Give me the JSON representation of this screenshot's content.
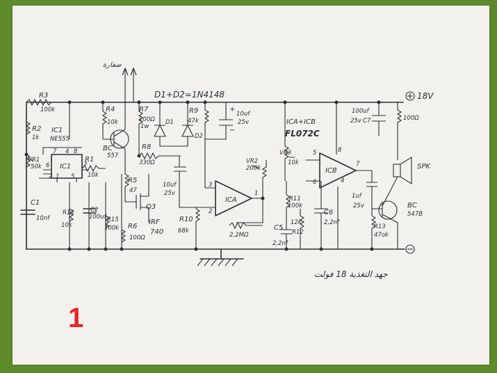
{
  "labels": {
    "output_arabic": "صفارة",
    "diodes": "D1+D2=1N4148",
    "ic_ab": "ICA+ICB",
    "opamp": "FL072C",
    "supply": "18V",
    "r3": "R3",
    "r3v": "100k",
    "r2": "R2",
    "r2v": "1k",
    "ic1": "IC1",
    "ic1v": "NE555",
    "ic1_short": "IC1",
    "vr1": "VR1",
    "vr1v": "50k",
    "r1": "R1",
    "r1v": "10k",
    "r4": "R4",
    "r4v": "10k",
    "bc557": "BC",
    "bc557v": "557",
    "r7": "R7",
    "r7v": "200Ω",
    "r7w": "1w",
    "r8": "R8",
    "r8v": "330Ω",
    "d1": "D1",
    "d2": "D2",
    "r9": "R9",
    "r9v": "47k",
    "c_top": "10uf",
    "c_top_v": "25v",
    "c7": "100uf",
    "c7v": "25v",
    "c7n": "C7",
    "r_top": "100Ω",
    "vr2": "VR2",
    "vr2v": "200k",
    "vr3": "VR3",
    "vr3v": "10k",
    "pin5": "5",
    "pin8": "8",
    "pin7": "7",
    "pin6": "6",
    "pin4": "4",
    "pin3": "3",
    "pin2": "2",
    "pin1": "1",
    "icb": "ICB",
    "ica": "ICA",
    "spk": "SPK",
    "c1uf": "10uf",
    "c1uf_v": "25v",
    "c_mid": "1uf",
    "c_mid_v": "25v",
    "r5": "R5",
    "r5v": "47",
    "q3": "Q3",
    "irf": "IRF",
    "irfv": "740",
    "r10": "R10",
    "r10v": "68k",
    "r_fb": "2,2MΩ",
    "c5": "C5",
    "c5v": "2,2nf",
    "r11": "R11",
    "r11v": "100k",
    "r12": "R12",
    "r12v": "12k",
    "c6": "C6",
    "c6v": "2,2nf",
    "bc547": "BC",
    "bc547v": "547B",
    "r13": "R13",
    "r13v": "47ok",
    "c1": "C1",
    "c1v": "10nf",
    "c2": "C2",
    "c2v": "100uf",
    "r14": "R14",
    "r14v": "10k",
    "r15": "R15",
    "r15v": "100k",
    "r6": "R6",
    "r6v": "100Ω",
    "p7": "7",
    "p4": "4",
    "p8": "8",
    "p6": "6",
    "p2": "2",
    "p1": "1",
    "p5": "5",
    "p3": "3",
    "plus": "+",
    "minus": "−",
    "footer_arabic": "جهد التغذية 18 فولت",
    "page_number": "1"
  }
}
